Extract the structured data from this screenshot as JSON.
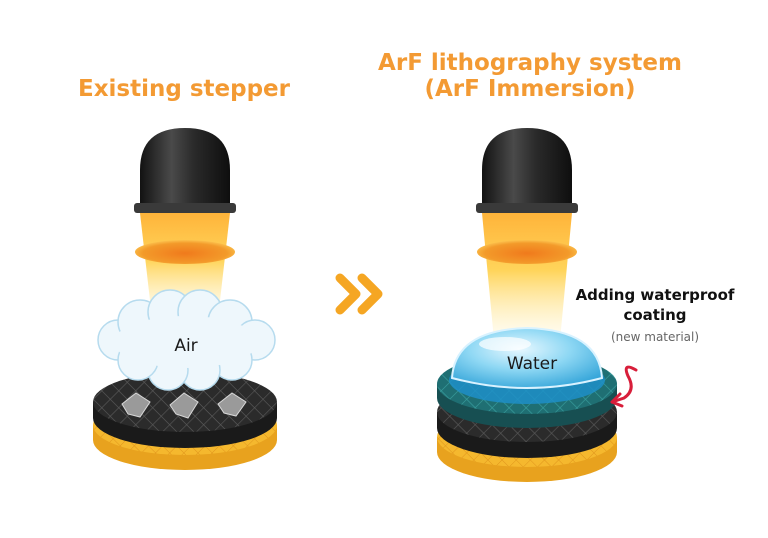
{
  "left_panel": {
    "title": "Existing stepper",
    "medium_label": "Air"
  },
  "right_panel": {
    "title_line1": "ArF lithography system",
    "title_line2": "(ArF Immersion)",
    "medium_label": "Water",
    "callout_line1": "Adding waterproof",
    "callout_line2": "coating",
    "callout_note": "(new material)"
  },
  "colors": {
    "title_orange": "#f39a33",
    "arrow_orange": "#f5a623",
    "lamp_black": "#2a2a2a",
    "light_glow": "#ffd45a",
    "lens_orange": "#f07a1c",
    "wafer_black": "#2b2b2b",
    "wafer_gold": "#f5b82e",
    "coating_teal": "#1f6f73",
    "water_blue": "#7ed0f0",
    "callout_red": "#d81e3a"
  }
}
